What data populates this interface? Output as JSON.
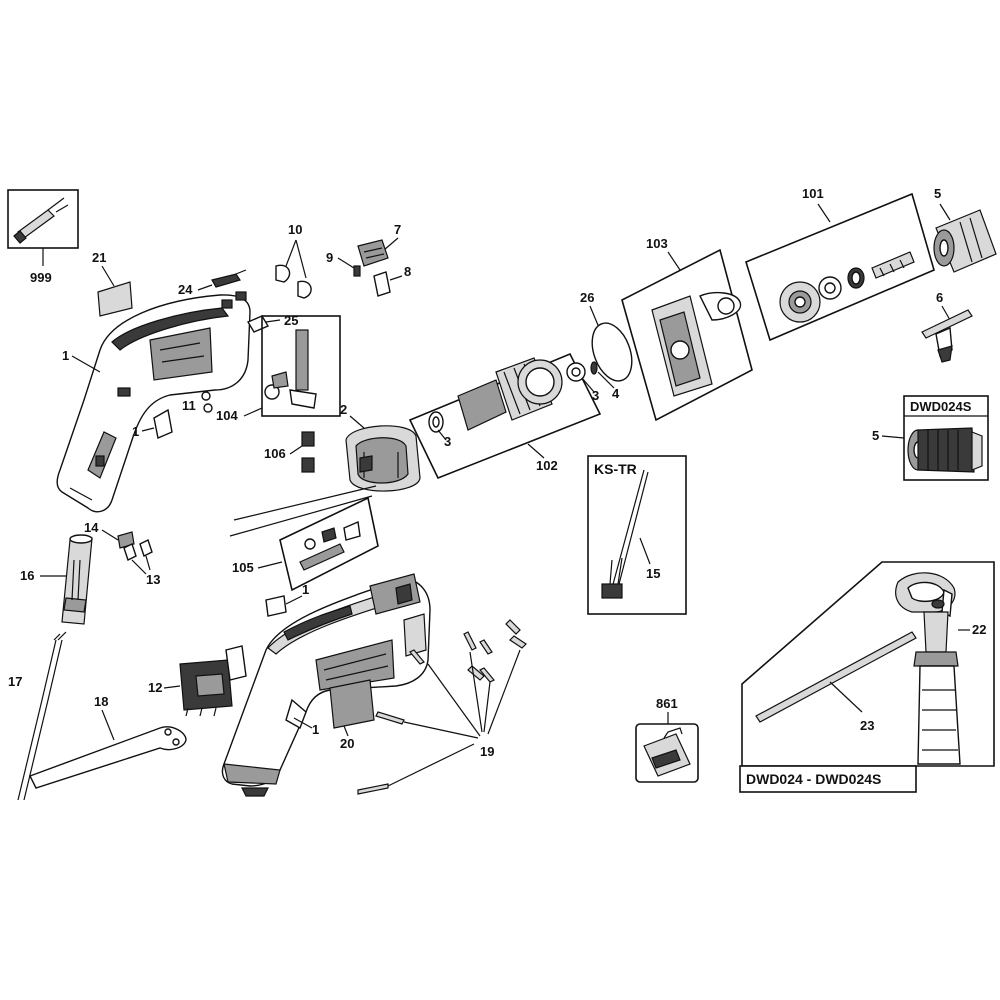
{
  "labels": {
    "l999": "999",
    "l21": "21",
    "l24": "24",
    "l10": "10",
    "l9": "9",
    "l7": "7",
    "l8": "8",
    "l25": "25",
    "l1a": "1",
    "l11": "11",
    "l1b": "1",
    "l104": "104",
    "l2": "2",
    "l106": "106",
    "l103": "103",
    "l26": "26",
    "l101": "101",
    "l5a": "5",
    "l6": "6",
    "l3a": "3",
    "l3b": "3",
    "l4": "4",
    "l102": "102",
    "l5b": "5",
    "l14": "14",
    "l13": "13",
    "l16": "16",
    "l105": "105",
    "l15": "15",
    "l1c": "1",
    "l22": "22",
    "l17": "17",
    "l12": "12",
    "l18": "18",
    "l1d": "1",
    "l20": "20",
    "l19": "19",
    "l861": "861",
    "l23": "23"
  },
  "boxes": {
    "ks_tr": "KS-TR",
    "dwd024s": "DWD024S",
    "dwd024_dwd024s": "DWD024 - DWD024S"
  },
  "icons": {
    "tool_999": "grease-tube-icon",
    "case_861": "carry-case-icon"
  }
}
